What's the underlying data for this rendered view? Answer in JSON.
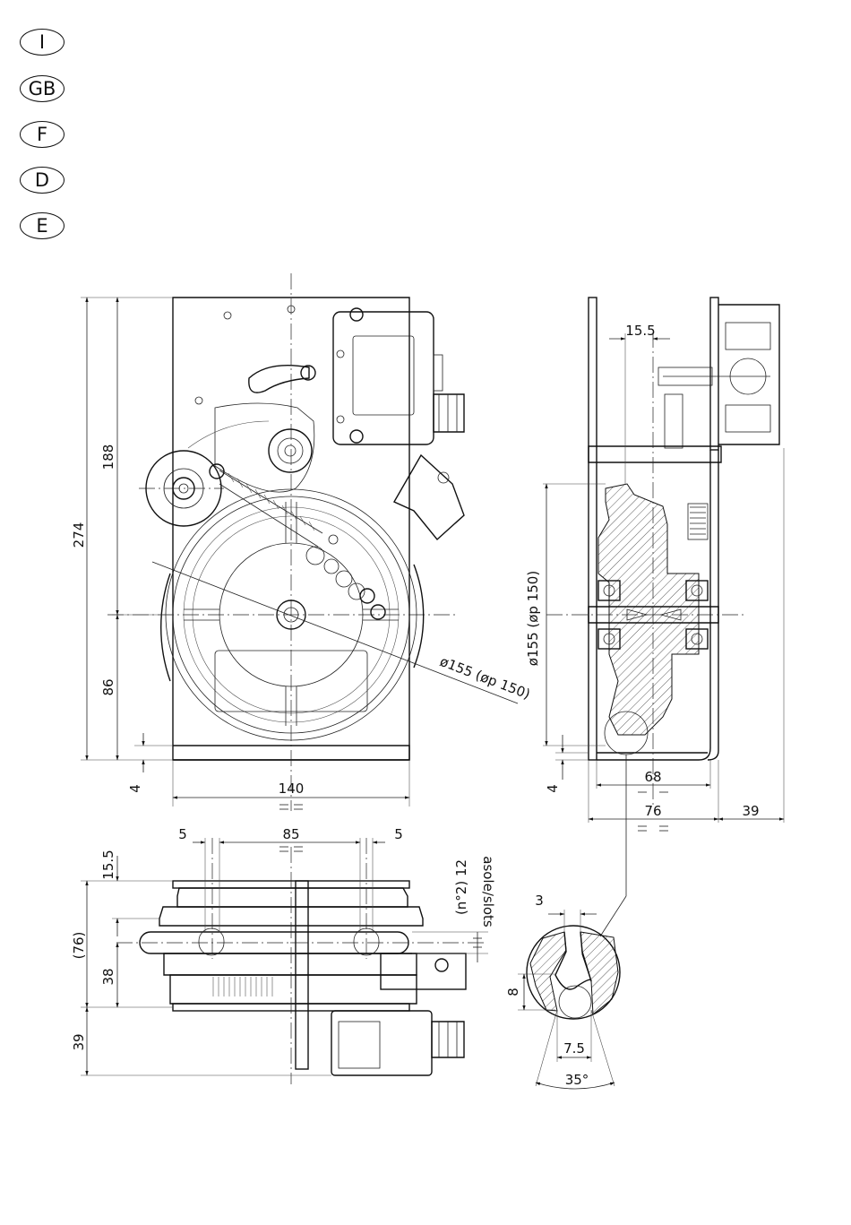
{
  "languages": [
    "I",
    "GB",
    "F",
    "D",
    "E"
  ],
  "dimensions": {
    "front_view": {
      "height_total": "274",
      "height_upper": "188",
      "height_lower": "86",
      "base_offset": "4",
      "width": "140",
      "pulley_diameter": "ø155 (øp 150)"
    },
    "side_view": {
      "top_offset": "15.5",
      "pulley_diameter": "ø155 (øp 150)",
      "base_offset": "4",
      "width_inner": "68",
      "width_outer": "76",
      "box_depth": "39"
    },
    "top_view": {
      "margin_left": "5",
      "center_spacing": "85",
      "margin_right": "5",
      "top_offset": "15.5",
      "overall_height": "(76)",
      "lower_height": "38",
      "box_height": "39",
      "slots_count": "(n°2) 12",
      "slots_label": "asole/slots"
    },
    "groove_detail": {
      "lip": "3",
      "depth": "8",
      "width": "7.5",
      "angle": "35°"
    }
  }
}
